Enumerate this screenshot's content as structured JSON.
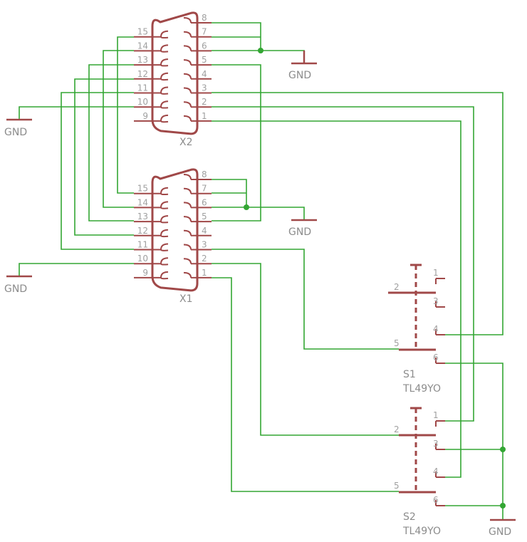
{
  "connectors": [
    {
      "ref": "X2",
      "pins_right": [
        "8",
        "7",
        "6",
        "5",
        "4",
        "3",
        "2",
        "1"
      ],
      "pins_left": [
        "15",
        "14",
        "13",
        "12",
        "11",
        "10",
        "9"
      ]
    },
    {
      "ref": "X1",
      "pins_right": [
        "8",
        "7",
        "6",
        "5",
        "4",
        "3",
        "2",
        "1"
      ],
      "pins_left": [
        "15",
        "14",
        "13",
        "12",
        "11",
        "10",
        "9"
      ]
    }
  ],
  "switches": [
    {
      "ref": "S1",
      "value": "TL49YO",
      "pins": [
        "1",
        "2",
        "3",
        "4",
        "5",
        "6"
      ]
    },
    {
      "ref": "S2",
      "value": "TL49YO",
      "pins": [
        "1",
        "2",
        "3",
        "4",
        "5",
        "6"
      ]
    }
  ],
  "gnd_label": "GND",
  "colors": {
    "wire": "#33a633",
    "part": "#a04848",
    "label": "#8c8c8c",
    "background": "#ffffff"
  }
}
